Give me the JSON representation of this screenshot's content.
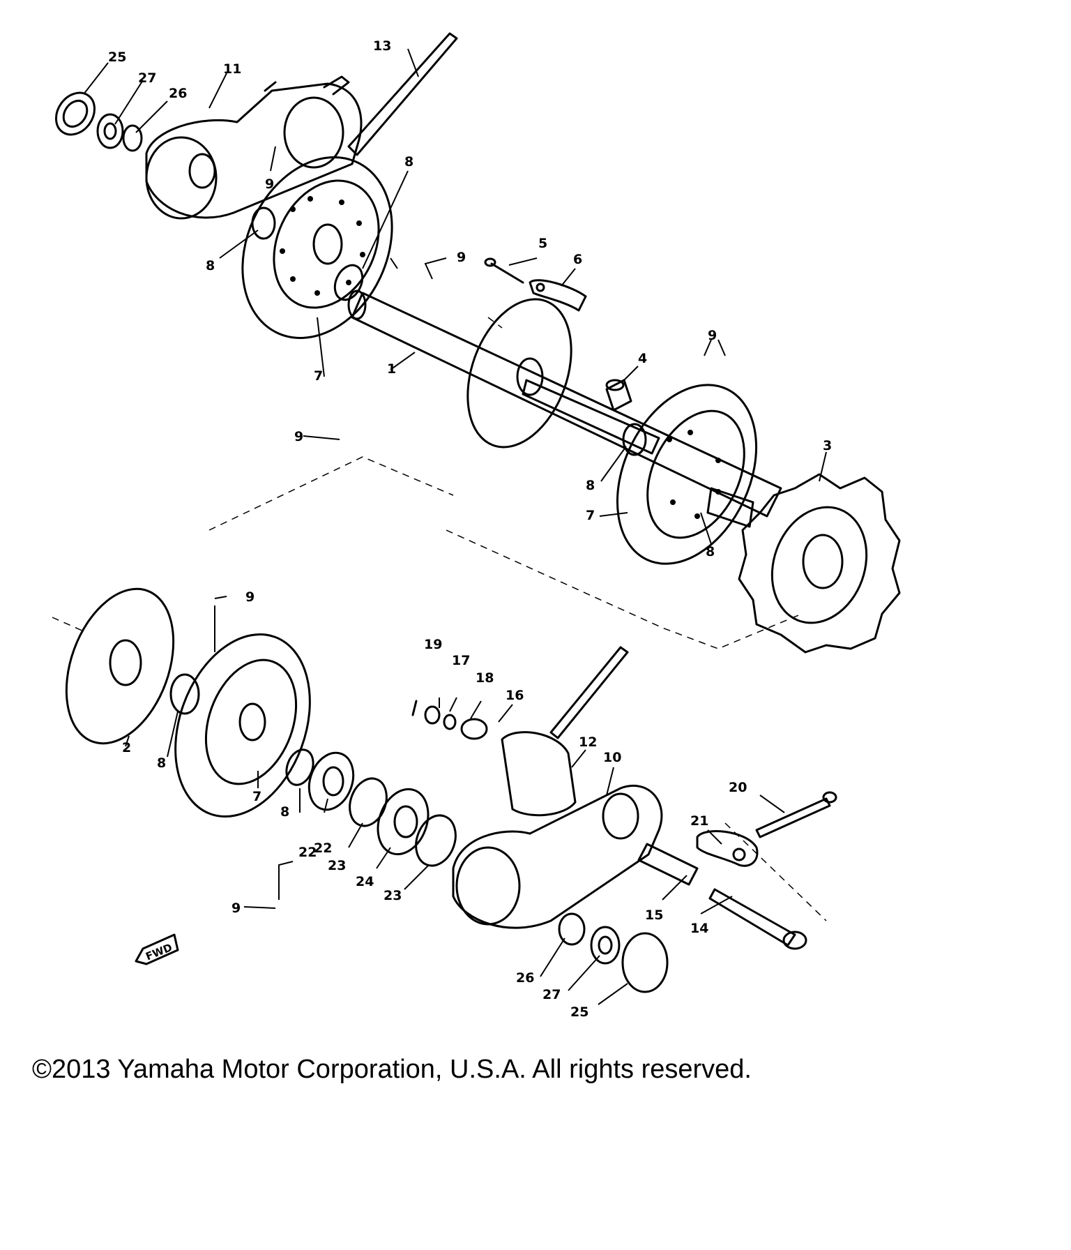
{
  "diagram": {
    "callouts": [
      "1",
      "2",
      "3",
      "4",
      "5",
      "6",
      "7",
      "8",
      "9",
      "10",
      "11",
      "12",
      "13",
      "14",
      "15",
      "16",
      "17",
      "18",
      "19",
      "20",
      "21",
      "22",
      "23",
      "24",
      "25",
      "26",
      "27"
    ],
    "direction_marker": "FWD"
  },
  "copyright": "©2013 Yamaha Motor Corporation, U.S.A. All rights reserved."
}
